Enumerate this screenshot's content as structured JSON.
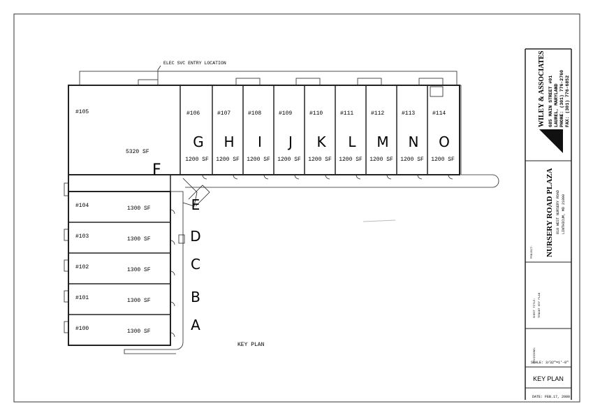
{
  "plan_title": "KEY PLAN",
  "elec_label": "ELEC SVC ENTRY LOCATION",
  "large_unit": {
    "number": "#105",
    "area": "5320 SF",
    "letter": "F"
  },
  "top_units": [
    {
      "number": "#106",
      "letter": "G",
      "area": "1200 SF"
    },
    {
      "number": "#107",
      "letter": "H",
      "area": "1200 SF"
    },
    {
      "number": "#108",
      "letter": "I",
      "area": "1200 SF"
    },
    {
      "number": "#109",
      "letter": "J",
      "area": "1200 SF"
    },
    {
      "number": "#110",
      "letter": "K",
      "area": "1200 SF"
    },
    {
      "number": "#111",
      "letter": "L",
      "area": "1200 SF"
    },
    {
      "number": "#112",
      "letter": "M",
      "area": "1200 SF"
    },
    {
      "number": "#113",
      "letter": "N",
      "area": "1200 SF"
    },
    {
      "number": "#114",
      "letter": "O",
      "area": "1200 SF"
    }
  ],
  "left_units": [
    {
      "number": "#104",
      "letter": "E",
      "area": "1300 SF"
    },
    {
      "number": "#103",
      "letter": "D",
      "area": "1300 SF"
    },
    {
      "number": "#102",
      "letter": "C",
      "area": "1300 SF"
    },
    {
      "number": "#101",
      "letter": "B",
      "area": "1300 SF"
    },
    {
      "number": "#100",
      "letter": "A",
      "area": "1300 SF"
    }
  ],
  "title_block": {
    "firm": "WILEY & ASSOCIATES",
    "address": "685 MAIN STREET #01",
    "city": "LAUREL, MARYLAND",
    "phone": "PHONE: (301) 776-2760",
    "fax": "FAX: (301) 776-6852",
    "project_label": "PROJECT:",
    "project": "NURSERY ROAD PLAZA",
    "project_addr1": "810 WEST NURSERY ROAD",
    "project_addr2": "LINTHICUM, MD 21090",
    "sheet_label": "SHEET TITLE:",
    "sheet_title": "TENANT KEY PLAN",
    "revisions_label": "REVISIONS:",
    "scale": "SCALE: 3/32\"=1'-0\"",
    "sheet_name": "KEY PLAN",
    "date": "DATE: FEB.17, 2000"
  }
}
